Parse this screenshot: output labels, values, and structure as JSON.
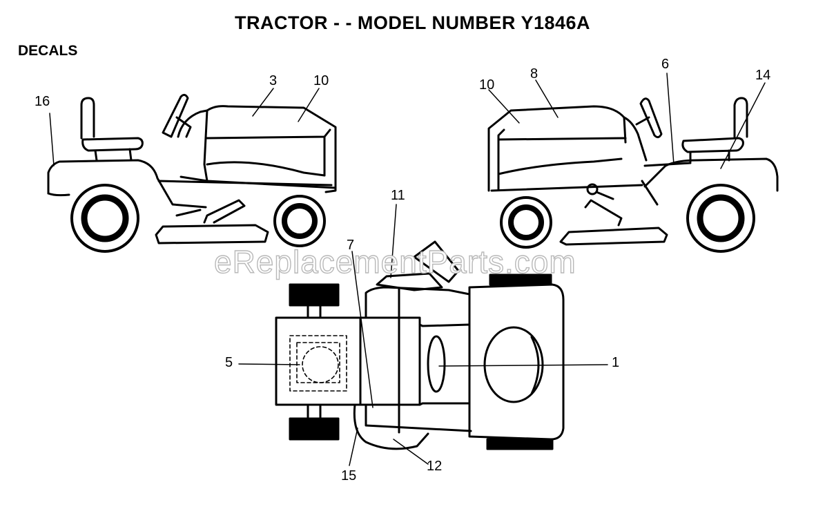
{
  "header": {
    "title": "TRACTOR - - MODEL NUMBER Y1846A",
    "section": "DECALS"
  },
  "watermark": "eReplacementParts.com",
  "callouts": {
    "c1": "1",
    "c3": "3",
    "c5": "5",
    "c6": "6",
    "c7": "7",
    "c8": "8",
    "c10_left": "10",
    "c10_right": "10",
    "c11": "11",
    "c12": "12",
    "c14": "14",
    "c15": "15",
    "c16": "16"
  }
}
